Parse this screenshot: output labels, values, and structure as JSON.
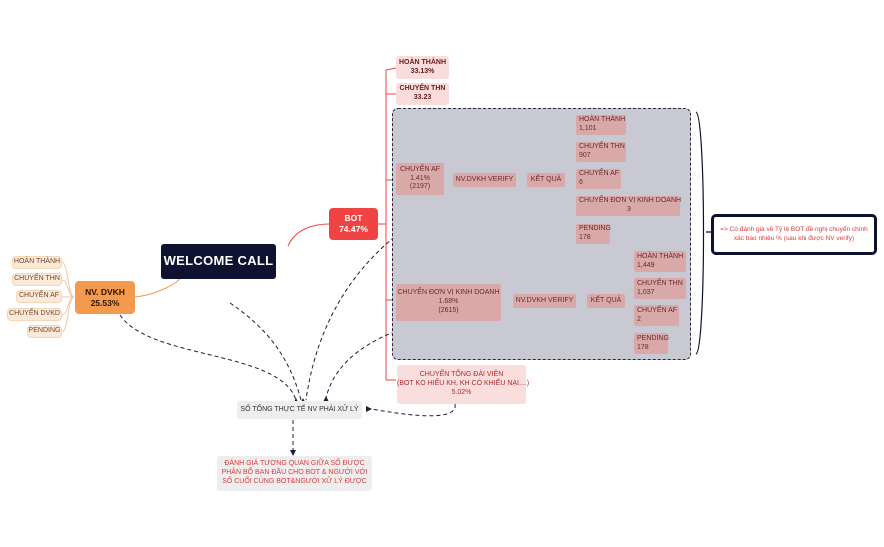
{
  "root": "WELCOME CALL",
  "nv_dvkh": {
    "label": "NV. DVKH",
    "value": "25.53%",
    "children": [
      "HOÀN THÀNH",
      "CHUYỂN THN",
      "CHUYỂN AF",
      "CHUYỂN DVKD",
      "PENDING"
    ]
  },
  "bot": {
    "label": "BOT",
    "value": "74.47%",
    "hoan_thanh": {
      "label": "HOÀN THÀNH",
      "value": "33.13%"
    },
    "chuyen_thn": {
      "label": "CHUYỂN THN",
      "value": "33.23"
    },
    "chuyen_af": {
      "label": "CHUYỂN AF",
      "pct": "1.41%",
      "count": "(2197)"
    },
    "chuyen_dvkd": {
      "label": "CHUYỂN ĐƠN VỊ KINH DOANH",
      "pct": "1.68%",
      "count": "(2615)"
    },
    "chuyen_tdv": {
      "line1": "CHUYỂN TỔNG ĐÀI VIÊN",
      "line2": "(BOT KO HIỂU KH, KH CÓ KHIẾU NẠI....)",
      "value": "5.02%"
    }
  },
  "group_af": {
    "verify": "NV.DVKH VERIFY",
    "result": "KẾT QUẢ",
    "outcomes": [
      {
        "label": "HOÀN THÀNH",
        "value": "1,101"
      },
      {
        "label": "CHUYỂN THN",
        "value": "907"
      },
      {
        "label": "CHUYỂN AF",
        "value": "6"
      },
      {
        "label": "CHUYỂN ĐƠN VỊ KINH DOANH",
        "value": "3"
      },
      {
        "label": "PENDING",
        "value": "178"
      }
    ]
  },
  "group_dvkd": {
    "verify": "NV.DVKH VERIFY",
    "result": "KẾT QUẢ",
    "outcomes": [
      {
        "label": "HOÀN THÀNH",
        "value": "1,449"
      },
      {
        "label": "CHUYỂN THN",
        "value": "1,037"
      },
      {
        "label": "CHUYỂN AF",
        "value": "2"
      },
      {
        "label": "PENDING",
        "value": "178"
      }
    ]
  },
  "summary": "SỐ TỔNG THỰC TẾ NV PHẢI XỬ LÝ",
  "evaluation": "ĐÁNH GIÁ TƯƠNG QUAN GIỮA SỐ ĐƯỢC PHÂN BỔ BAN ĐẦU CHO BOT & NGƯỜI VỚI SỐ CUỐI CÙNG BOT&NGƯỜI XỬ LÝ ĐƯỢC",
  "note": "=> Có đánh giá về Tỷ lệ BOT đề nghị chuyển chính xác bao nhiêu % (sau khi được NV verify)",
  "colors": {
    "root": "#0c1230",
    "bot": "#ef4443",
    "nv_dvkh": "#f49a4f",
    "group_bg": "#c9c9d3",
    "node": "#d9a9aa",
    "accent_text": "#e03b3b"
  }
}
